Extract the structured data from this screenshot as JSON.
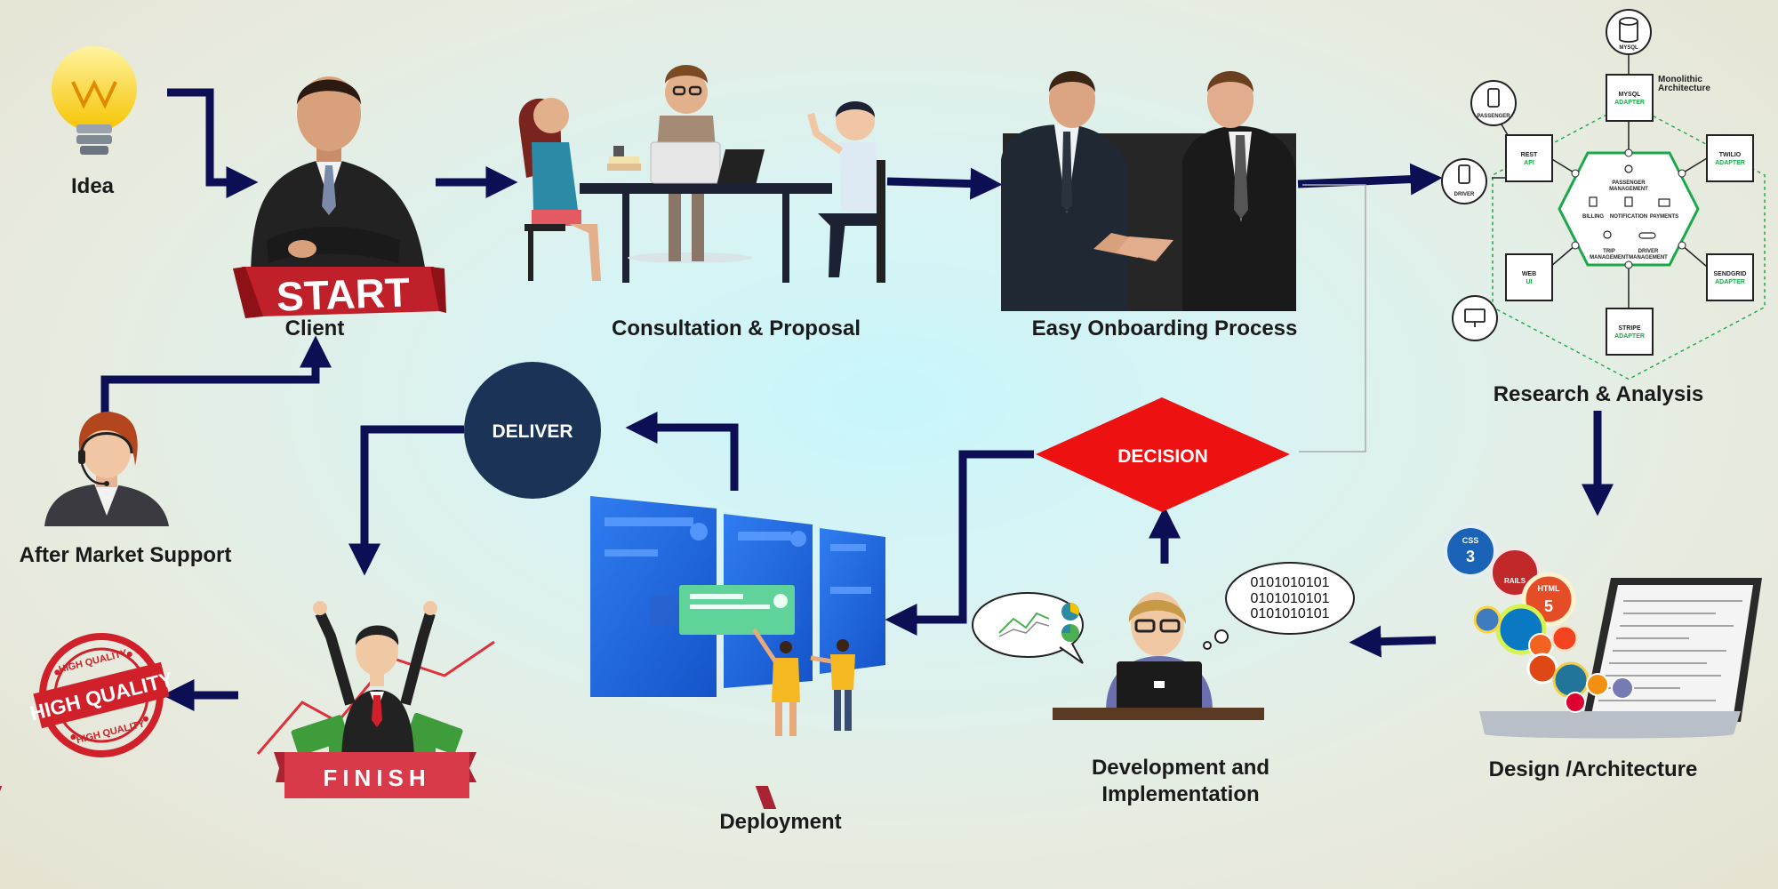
{
  "stages": {
    "idea": "Idea",
    "client": "Client",
    "consultation": "Consultation & Proposal",
    "onboarding": "Easy Onboarding Process",
    "research": "Research & Analysis",
    "design": "Design /Architecture",
    "development_line1": "Development and",
    "development_line2": "Implementation",
    "deployment": "Deployment",
    "support": "After Market Support"
  },
  "badges": {
    "start": "START",
    "finish": "FINISH",
    "deliver": "DELIVER",
    "decision": "DECISION",
    "quality_top": "HIGH QUALITY",
    "quality_mid": "HIGH QUALITY",
    "quality_bottom": "HIGH QUALITY"
  },
  "binary": [
    "0101010101",
    "0101010101",
    "0101010101"
  ],
  "architecture": {
    "title_line1": "Monolithic",
    "title_line2": "Architecture",
    "mysql_icon": "MYSQL",
    "passenger_icon": "PASSENGER",
    "driver_icon": "DRIVER",
    "adapters": [
      {
        "name": "MYSQL",
        "type": "ADAPTER"
      },
      {
        "name": "REST",
        "type": "API"
      },
      {
        "name": "TWILIO",
        "type": "ADAPTER"
      },
      {
        "name": "WEB",
        "type": "UI"
      },
      {
        "name": "SENDGRID",
        "type": "ADAPTER"
      },
      {
        "name": "STRIPE",
        "type": "ADAPTER"
      }
    ],
    "modules": {
      "passenger": "PASSENGER",
      "management": "MANAGEMENT",
      "billing": "BILLING",
      "notification": "NOTIFICATION",
      "payments": "PAYMENTS",
      "trip": "TRIP",
      "trip_management": "MANAGEMENT",
      "driver": "DRIVER",
      "driver_management": "MANAGEMENT"
    }
  },
  "tech_badges": [
    "CSS",
    "RAILS",
    "HTML"
  ],
  "colors": {
    "arrow": "#0d0f55",
    "deliver": "#1c3358",
    "decision": "#ee1111",
    "start_banner": "#c0202a",
    "finish_banner": "#d93a4a",
    "quality_stamp": "#d0202a",
    "arch_green": "#1aa84a"
  }
}
